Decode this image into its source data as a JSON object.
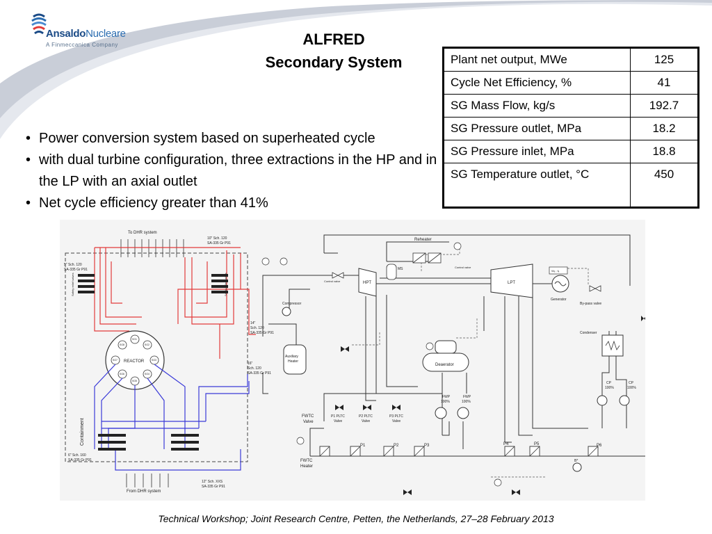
{
  "header": {
    "logo": {
      "name_part1": "Ansaldo",
      "name_part2": "Nucleare",
      "tagline": "A Finmeccanica Company"
    },
    "title_line1": "ALFRED",
    "title_line2": "Secondary System"
  },
  "bullets": [
    "Power conversion system based on superheated cycle",
    "with dual turbine configuration, three extractions in the HP and in the LP with an axial outlet",
    "Net cycle efficiency greater than 41%"
  ],
  "parameters_table": {
    "rows": [
      {
        "label": "Plant net output, MWe",
        "value": "125"
      },
      {
        "label": "Cycle Net  Efficiency, %",
        "value": "41"
      },
      {
        "label": "SG Mass Flow, kg/s",
        "value": "192.7"
      },
      {
        "label": "SG Pressure outlet, MPa",
        "value": "18.2"
      },
      {
        "label": "SG Pressure inlet, MPa",
        "value": "18.8"
      },
      {
        "label": "SG Temperature outlet, °C",
        "value": "450"
      }
    ]
  },
  "diagram": {
    "labels": {
      "to_dhr": "To DHR system",
      "from_dhr": "From DHR system",
      "pipe_10": "10\" Sch. 120",
      "pipe_10b": "SA-335 Gr P91",
      "pipe_5": "5\" Sch. 120",
      "pipe_5b": "SA-335 Gr P91",
      "pipe_14": "14\"",
      "pipe_14b": "Sch. 120",
      "pipe_14c": "SA-335 Gr P91",
      "pipe_16": "16\"",
      "pipe_16b": "Sch. 120",
      "pipe_16c": "SA-335 Gr P91",
      "pipe_6": "6\" Sch. 160",
      "pipe_6b": "SA-335 Gr P91",
      "pipe_12": "12\" Sch. XXS",
      "pipe_12b": "SA-335 Gr P91",
      "safety_valves": "Safety relief valves",
      "reactor": "REACTOR",
      "containment": "Containment",
      "compressor": "Compressor",
      "aux_heater_1": "Auxiliary",
      "aux_heater_2": "Heater",
      "reheater": "Reheater",
      "ms": "MS",
      "hpt": "HPT",
      "lpt": "LPT",
      "generator": "Generator",
      "bypass": "By-pass valve",
      "control_valve": "Control valve",
      "control_valve2": "Control valve",
      "we": "Wₑ ; fₑ",
      "condenser": "Condenser",
      "deaerator": "Deaerator",
      "fwp1": "FWP",
      "fwp1b": "100%",
      "fwp2": "FWP",
      "fwp2b": "100%",
      "cp1": "CP",
      "cp1b": "100%",
      "cp2": "CP",
      "cp2b": "100%",
      "p1_pltc": "P1 PLTC",
      "p2_pltc": "P2 PLTC",
      "p3_pltc": "P3 PLTC",
      "valve": "Valve",
      "valve2": "Valve",
      "valve3": "Valve",
      "fwtc_valve_1": "FWTC",
      "fwtc_valve_2": "Valve",
      "fwtc_heater_1": "FWTC",
      "fwtc_heater_2": "Heater",
      "p1": "P1",
      "p2": "P2",
      "p3": "P3",
      "p4": "P4",
      "p5": "P5",
      "p6": "P6",
      "bp": "B*",
      "sg": [
        "SG8",
        "SG1",
        "SG2",
        "SG3",
        "SG4",
        "SG5",
        "SG6",
        "SG7"
      ]
    }
  },
  "footer": "Technical Workshop; Joint Research Centre, Petten, the Netherlands, 27–28 February 2013",
  "colors": {
    "steam_line": "#e23a3a",
    "water_line": "#3a3ad8",
    "logo_blue": "#1a4a86",
    "swoosh": "#c9ced8"
  }
}
